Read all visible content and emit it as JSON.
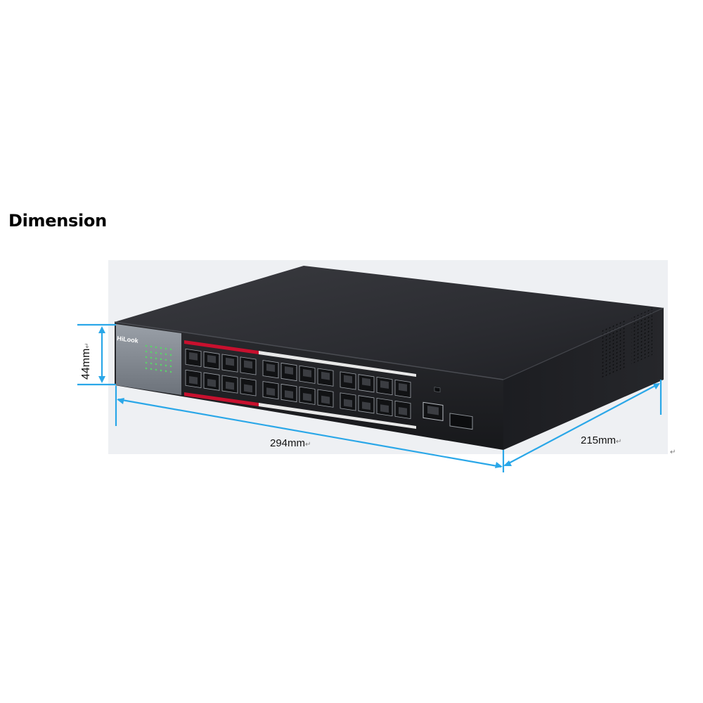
{
  "title": "Dimension",
  "brand": "HiLook",
  "dimensions": {
    "width": "294mm",
    "depth": "215mm",
    "height": "44mm"
  },
  "return_mark": "↵",
  "colors": {
    "dimension_line": "#2aa7e8",
    "chassis": "#2b2c30",
    "front_panel": "#1f2024",
    "accent_red": "#c8102e",
    "label_panel": "#7b8189",
    "led_green": "#5bd16a"
  }
}
